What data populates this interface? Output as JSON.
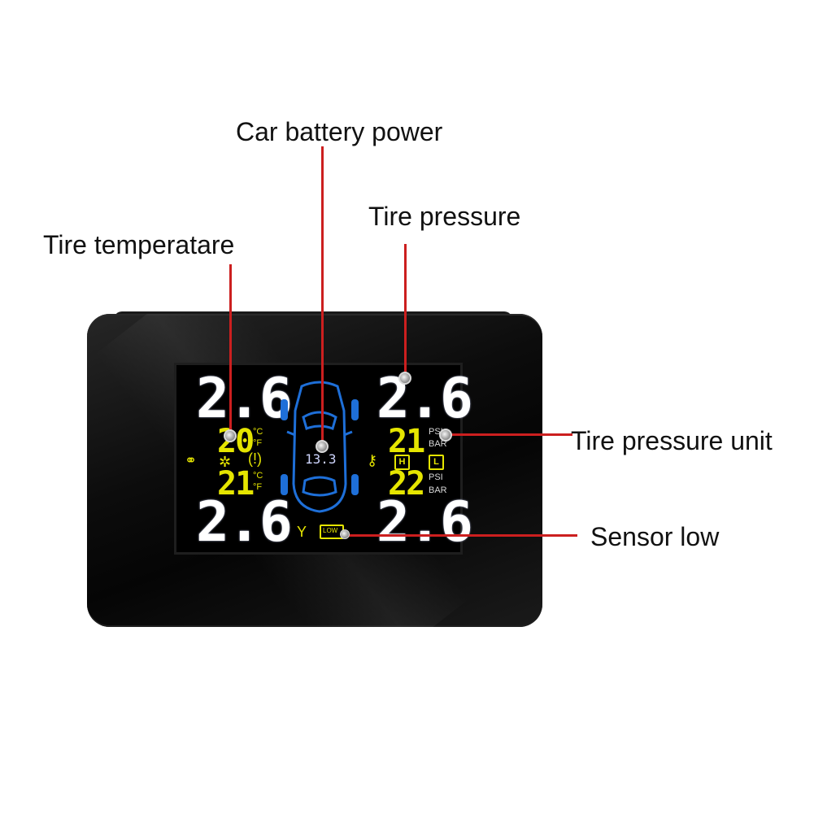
{
  "callouts": {
    "battery": "Car battery power",
    "pressure": "Tire pressure",
    "temperature": "Tire temperatare",
    "unit": "Tire pressure unit",
    "sensor_low": "Sensor low"
  },
  "display": {
    "pressure_front_left": "2.6",
    "pressure_front_right": "2.6",
    "pressure_rear_left": "2.6",
    "pressure_rear_right": "2.6",
    "temp_upper_left": "20",
    "temp_lower_left": "21",
    "temp_upper_right": "21",
    "temp_lower_right": "22",
    "unit_psi_upper": "PSI",
    "unit_bar_upper": "BAR",
    "unit_psi_lower": "PSI",
    "unit_bar_lower": "BAR",
    "unit_c_upper": "°C",
    "unit_f_upper": "°F",
    "unit_c_lower": "°C",
    "unit_f_lower": "°F",
    "high_indicator": "H",
    "low_indicator": "L",
    "battery_voltage": "13.3",
    "battery_low_label": "LOW"
  },
  "colors": {
    "lead_line": "#cc1f1f",
    "lcd_yellow": "#e5e500",
    "lcd_blue": "#1e6fd8",
    "lcd_white": "#ffffff"
  },
  "icons": [
    "tpms-warning-icon",
    "link-icon",
    "key-icon",
    "signal-icon",
    "battery-low-icon",
    "car-top-view-icon"
  ]
}
